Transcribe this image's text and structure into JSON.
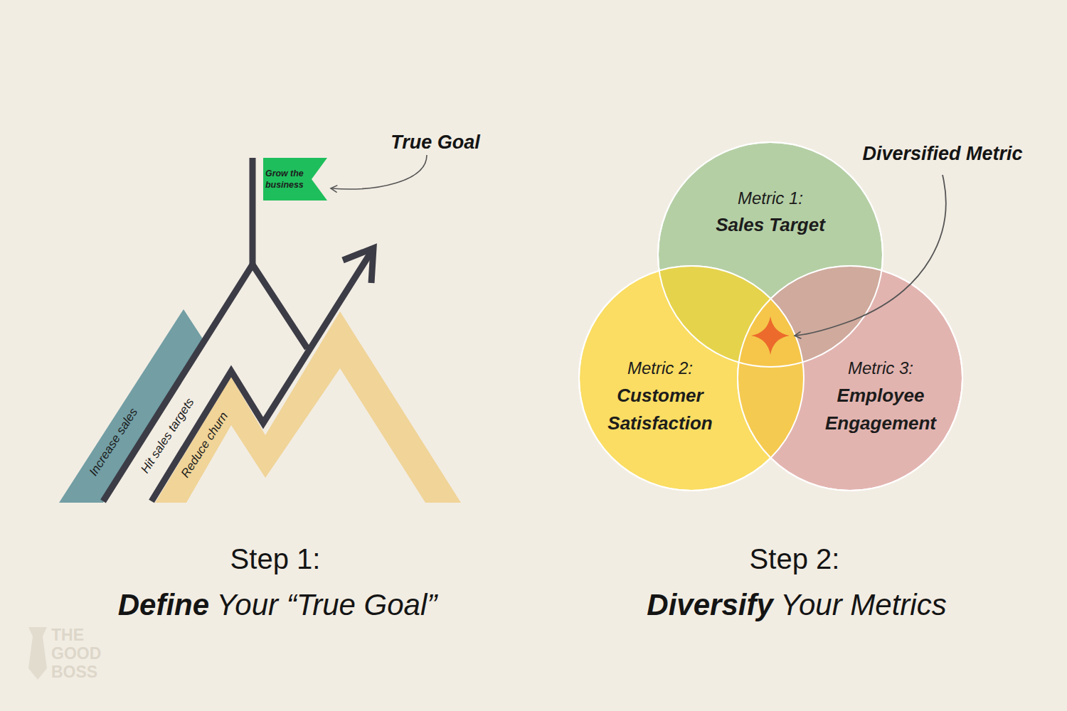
{
  "diagram": {
    "nodes": [
      {
        "text": [
          "Grow the business"
        ]
      },
      {
        "text": [
          "Metric 1:",
          "Sales Target"
        ]
      },
      {
        "text": [
          "Metric 2:",
          "Customer Satisfaction"
        ]
      },
      {
        "text": [
          "Metric 3:",
          "Employee Engagement"
        ]
      }
    ],
    "labels": [
      "True Goal",
      "Increase sales",
      "Hit sales targets",
      "Reduce churn",
      "Diversified Metric",
      "Step 1:",
      "Define",
      "Your “True Goal”",
      "Step 2:",
      "Diversify",
      "Your Metrics",
      "THE",
      "GOOD",
      "BOSS"
    ]
  }
}
